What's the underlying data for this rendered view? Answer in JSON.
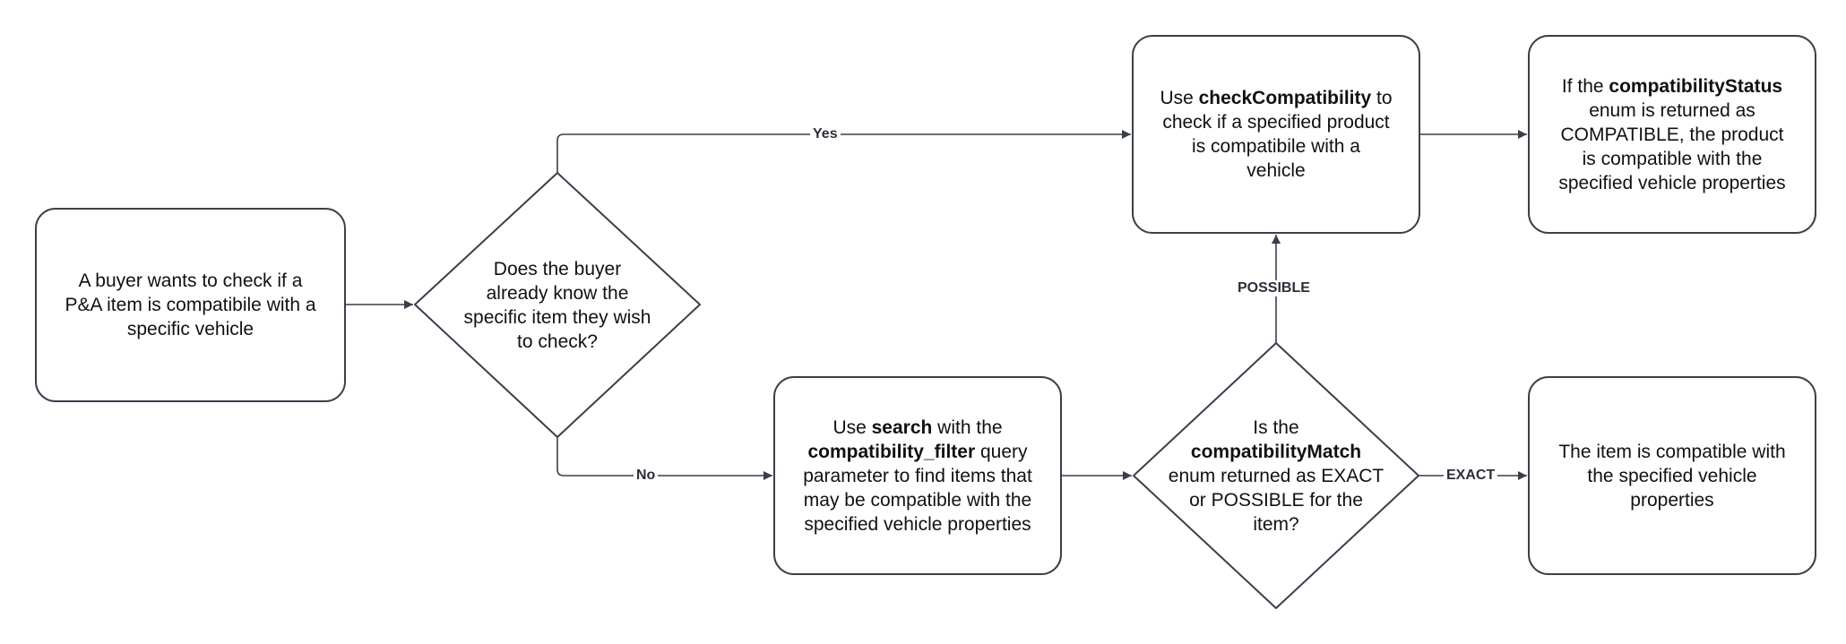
{
  "nodes": {
    "start": {
      "lines": [
        [
          {
            "t": "A buyer wants to check if a"
          }
        ],
        [
          {
            "t": "P&A item is compatibile with a"
          }
        ],
        [
          {
            "t": "specific vehicle"
          }
        ]
      ]
    },
    "decision_know_item": {
      "lines": [
        [
          {
            "t": "Does the buyer"
          }
        ],
        [
          {
            "t": "already know the"
          }
        ],
        [
          {
            "t": "specific item they wish"
          }
        ],
        [
          {
            "t": "to check?"
          }
        ]
      ]
    },
    "check_compatibility": {
      "lines": [
        [
          {
            "t": "Use "
          },
          {
            "t": "checkCompatibility",
            "b": true
          },
          {
            "t": " to"
          }
        ],
        [
          {
            "t": "check if a specified product"
          }
        ],
        [
          {
            "t": "is compatibile with a"
          }
        ],
        [
          {
            "t": "vehicle"
          }
        ]
      ]
    },
    "compatibility_status": {
      "lines": [
        [
          {
            "t": "If the "
          },
          {
            "t": "compatibilityStatus",
            "b": true
          }
        ],
        [
          {
            "t": "enum is returned as"
          }
        ],
        [
          {
            "t": "COMPATIBLE, the product"
          }
        ],
        [
          {
            "t": "is compatible with the"
          }
        ],
        [
          {
            "t": "specified vehicle properties"
          }
        ]
      ]
    },
    "search": {
      "lines": [
        [
          {
            "t": "Use "
          },
          {
            "t": "search",
            "b": true
          },
          {
            "t": " with the"
          }
        ],
        [
          {
            "t": "compatibility_filter",
            "b": true
          },
          {
            "t": " query"
          }
        ],
        [
          {
            "t": "parameter to find items that"
          }
        ],
        [
          {
            "t": "may be compatible with the"
          }
        ],
        [
          {
            "t": "specified vehicle properties"
          }
        ]
      ]
    },
    "decision_match": {
      "lines": [
        [
          {
            "t": "Is the"
          }
        ],
        [
          {
            "t": "compatibilityMatch",
            "b": true
          }
        ],
        [
          {
            "t": "enum returned as EXACT"
          }
        ],
        [
          {
            "t": "or POSSIBLE for the"
          }
        ],
        [
          {
            "t": "item?"
          }
        ]
      ]
    },
    "result_compatible": {
      "lines": [
        [
          {
            "t": "The item is compatible with"
          }
        ],
        [
          {
            "t": "the specified vehicle"
          }
        ],
        [
          {
            "t": "properties"
          }
        ]
      ]
    }
  },
  "edges": {
    "yes": "Yes",
    "no": "No",
    "possible": "POSSIBLE",
    "exact": "EXACT"
  },
  "colors": {
    "stroke": "#3a3f4a",
    "text": "#111111",
    "label": "#2b2f38",
    "background": "#ffffff"
  }
}
